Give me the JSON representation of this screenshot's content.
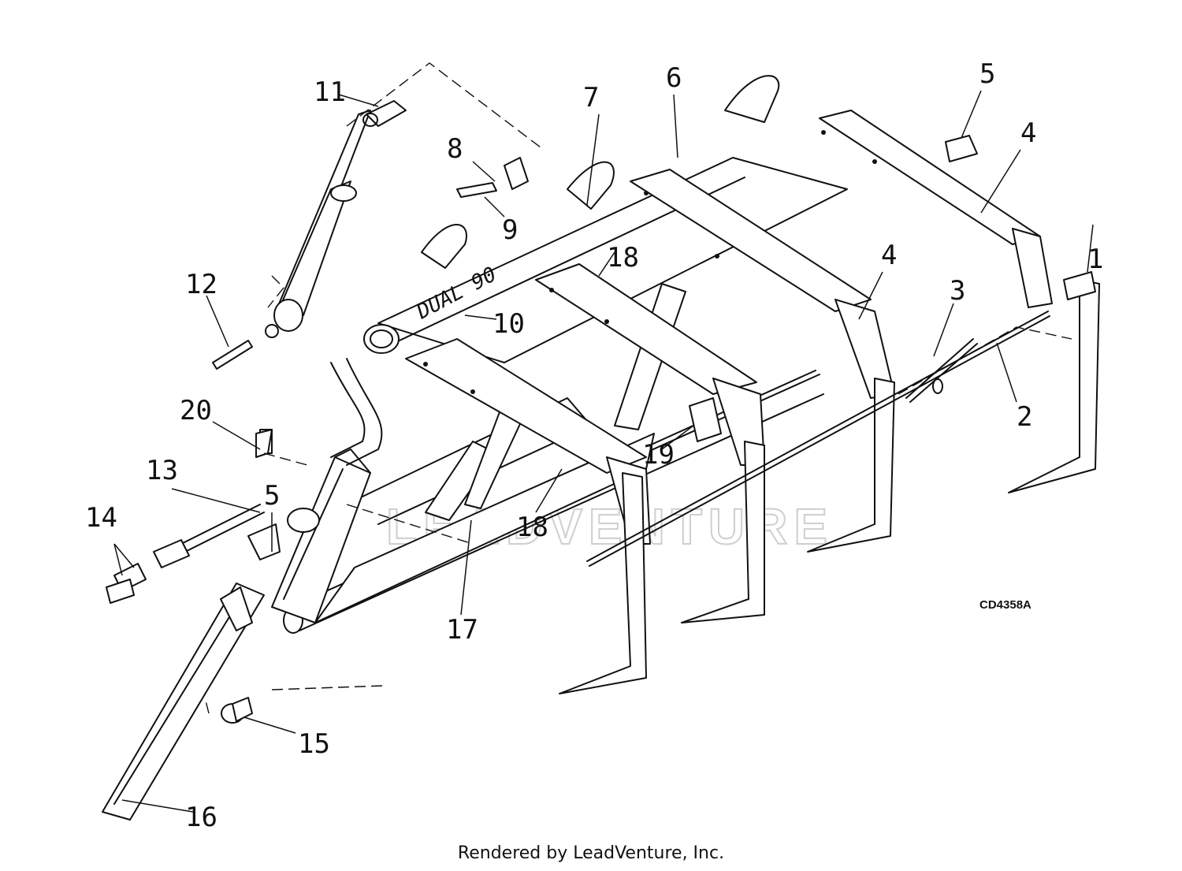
{
  "diagram": {
    "drawing_code": "CD4358A",
    "model_marking": "DUAL 90",
    "watermark": "LEADVENTURE",
    "footer": "Rendered by LeadVenture, Inc.",
    "callouts": [
      "1",
      "2",
      "3",
      "4",
      "4",
      "5",
      "5",
      "6",
      "7",
      "8",
      "9",
      "10",
      "11",
      "12",
      "13",
      "14",
      "15",
      "16",
      "17",
      "18",
      "18",
      "19",
      "20"
    ],
    "colors": {
      "ink": "#111111",
      "paper": "#ffffff",
      "watermark": "#cfcfcf"
    }
  }
}
